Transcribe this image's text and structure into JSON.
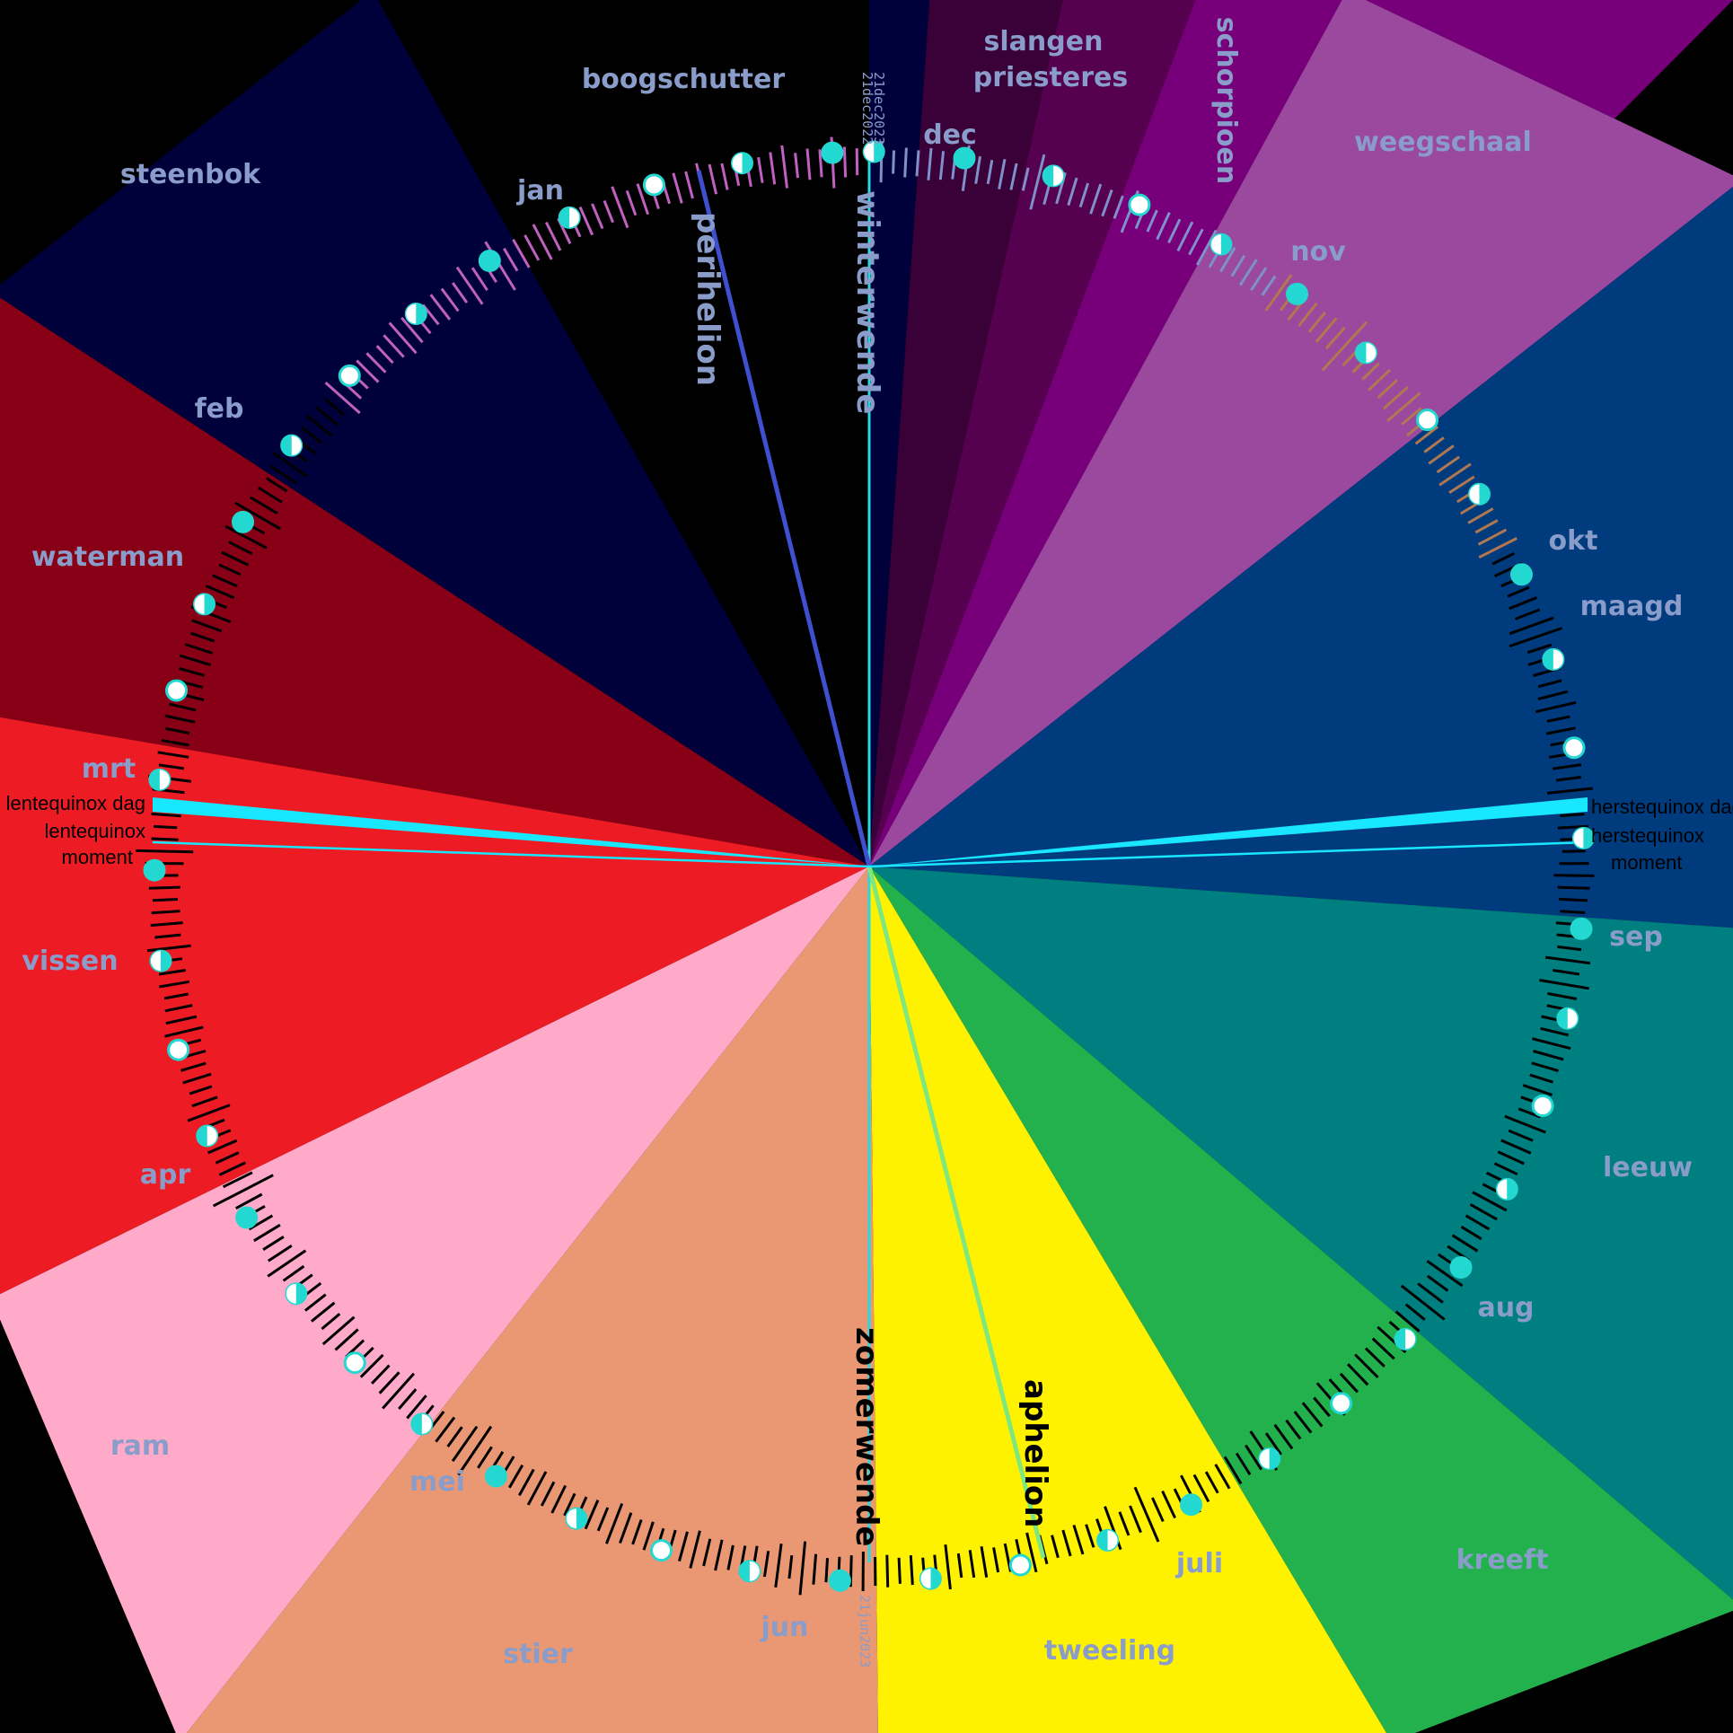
{
  "colors": {
    "winter_line": "#2ad8e0",
    "summer_line": "#2ad8e0",
    "perihelion_line": "#3f4fd0",
    "aphelion_line": "#7ee87e",
    "equinox_band": "#19e6ff",
    "moon_fill": "#23d8d0",
    "moon_light": "#ffffff",
    "tick_dark": "#000000"
  },
  "zodiac": [
    {
      "name": "boogschutter",
      "color": "#00003a"
    },
    {
      "name": "slangen",
      "line2": "priesteres",
      "color": "#3a0038"
    },
    {
      "name": "schorpioen",
      "color": "#560050"
    },
    {
      "name": "weegschaal",
      "color": "#77007a"
    },
    {
      "name": "maagd",
      "color": "#9b499f"
    },
    {
      "name": "leeuw",
      "color": "#003b7e"
    },
    {
      "name": "kreeft",
      "color": "#007f80"
    },
    {
      "name": "tweeling",
      "color": "#22b14c"
    },
    {
      "name": "stier",
      "color": "#fff200"
    },
    {
      "name": "ram",
      "color": "#e99873"
    },
    {
      "name": "vissen",
      "color": "#ffaac9"
    },
    {
      "name": "waterman",
      "color": "#ed1c24"
    },
    {
      "name": "steenbok",
      "color": "#880015"
    }
  ],
  "months": [
    "dec",
    "nov",
    "okt",
    "sep",
    "aug",
    "juli",
    "jun",
    "mei",
    "apr",
    "mrt",
    "feb",
    "jan"
  ],
  "events": {
    "winter": "winterwende",
    "summer": "zomerwende",
    "perihelion": "perihelion",
    "aphelion": "aphelion",
    "spring_day": "lentequinox  dag",
    "spring_moment_1": "lentequinox",
    "spring_moment_2": "moment",
    "autumn_day": "herstequinox  dag",
    "autumn_moment_1": "herstequinox",
    "autumn_moment_2": "moment",
    "date_2023": "21dec2023",
    "date_2022": "21dec2022",
    "date_jun": "21jun2023"
  }
}
